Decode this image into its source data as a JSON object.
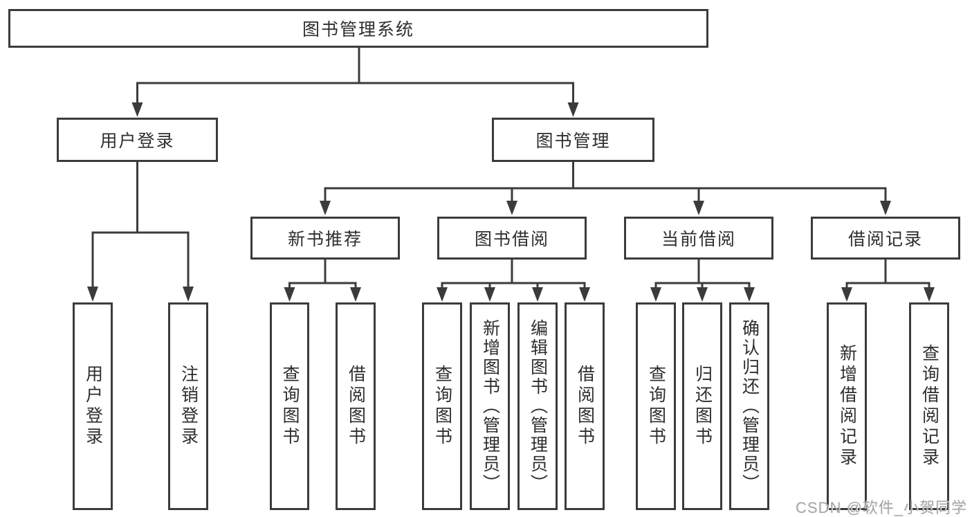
{
  "colors": {
    "line": "#3b3b3b",
    "box_border": "#3b3b3b",
    "text": "#2e2e2e",
    "watermark": "#9e9e9e",
    "background": "#ffffff"
  },
  "watermark": "CSDN @软件_小贺同学",
  "diagram": {
    "tree": {
      "label": "图书管理系统",
      "children": [
        {
          "label": "用户登录",
          "children": [
            {
              "label": "用户登录"
            },
            {
              "label": "注销登录"
            }
          ]
        },
        {
          "label": "图书管理",
          "children": [
            {
              "label": "新书推荐",
              "children": [
                {
                  "label": "查询图书"
                },
                {
                  "label": "借阅图书"
                }
              ]
            },
            {
              "label": "图书借阅",
              "children": [
                {
                  "label": "查询图书"
                },
                {
                  "label": "新增图书（管理员）"
                },
                {
                  "label": "编辑图书（管理员）"
                },
                {
                  "label": "借阅图书"
                }
              ]
            },
            {
              "label": "当前借阅",
              "children": [
                {
                  "label": "查询图书"
                },
                {
                  "label": "归还图书"
                },
                {
                  "label": "确认归还（管理员）"
                }
              ]
            },
            {
              "label": "借阅记录",
              "children": [
                {
                  "label": "新增借阅记录"
                },
                {
                  "label": "查询借阅记录"
                }
              ]
            }
          ]
        }
      ]
    }
  }
}
